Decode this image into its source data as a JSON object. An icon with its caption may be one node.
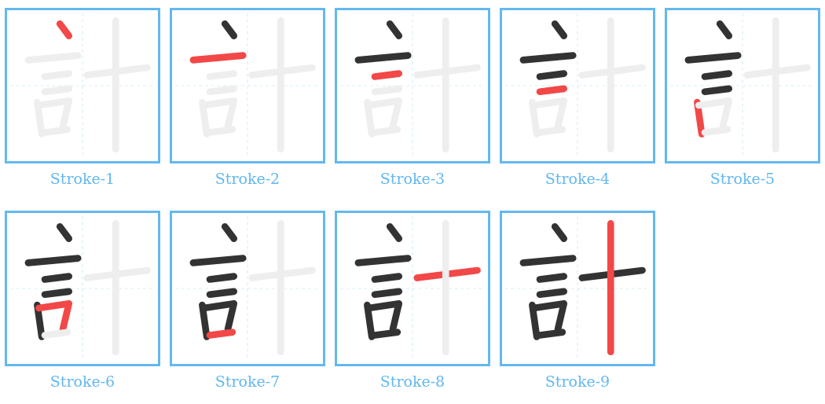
{
  "diagram": {
    "labels": [
      "Stroke-1",
      "Stroke-2",
      "Stroke-3",
      "Stroke-4",
      "Stroke-5",
      "Stroke-6",
      "Stroke-7",
      "Stroke-8",
      "Stroke-9"
    ]
  }
}
